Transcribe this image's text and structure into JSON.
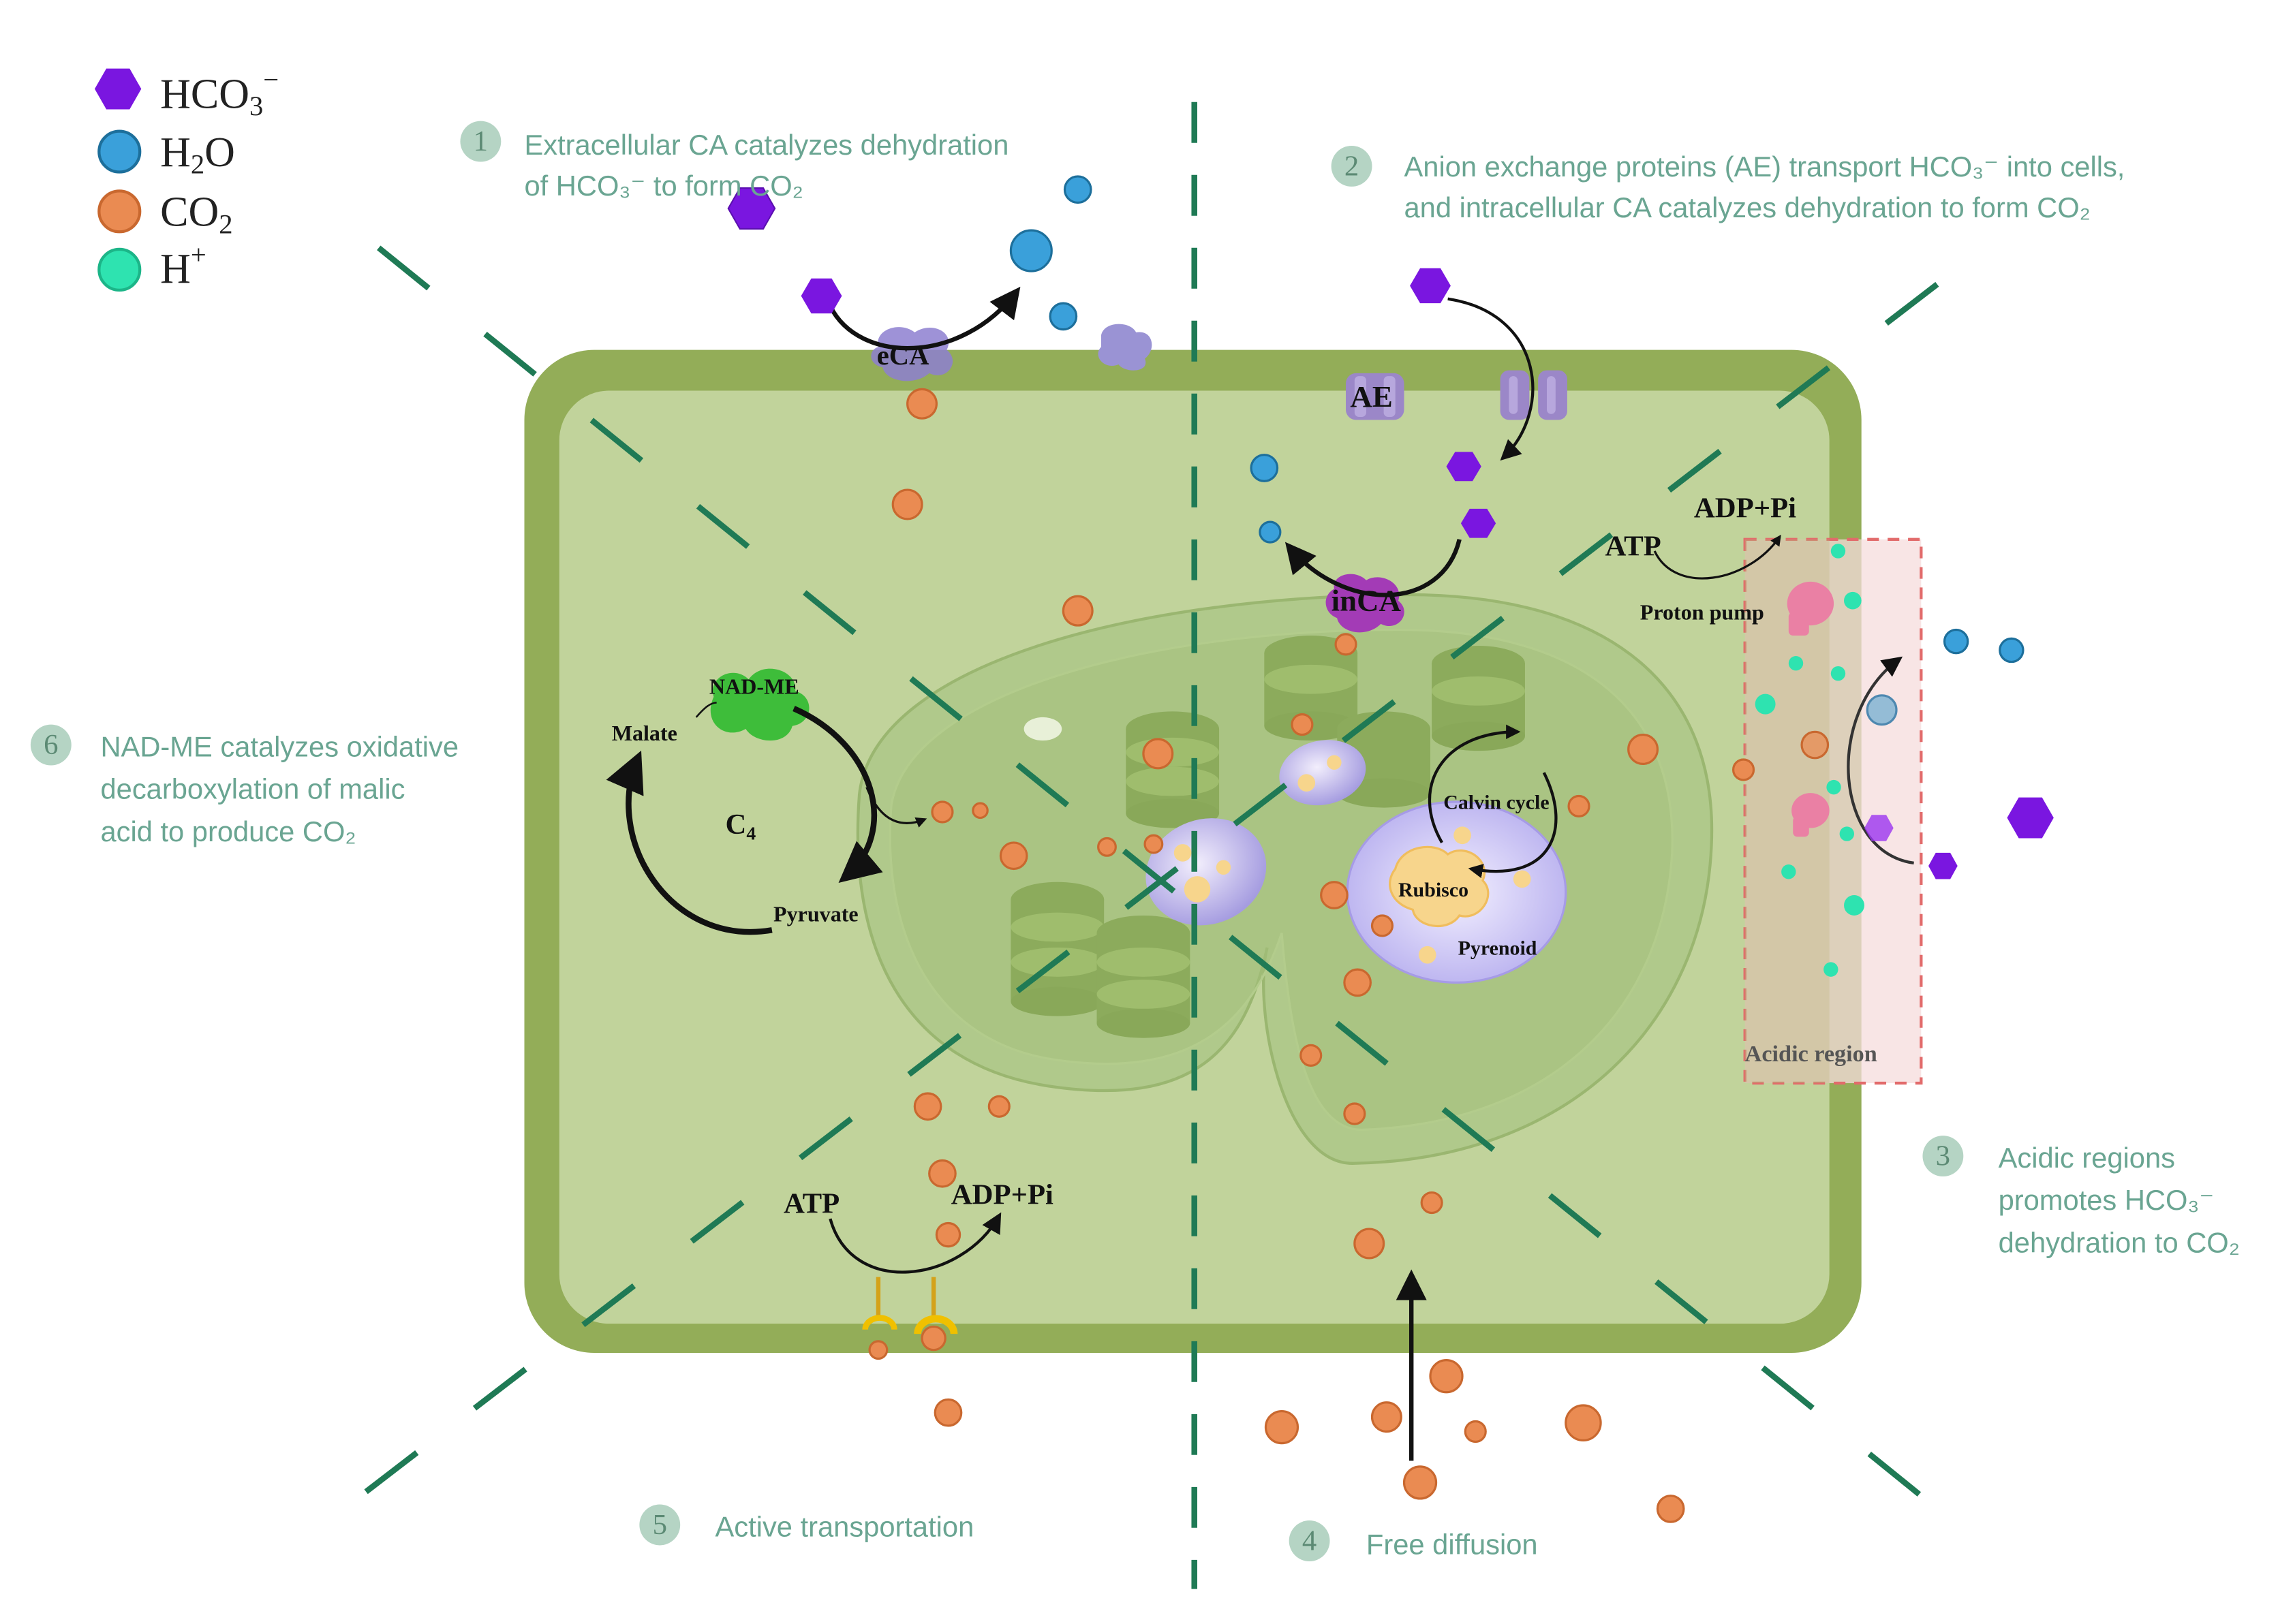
{
  "legend": {
    "items": [
      {
        "key": "hco3",
        "text": "HCO",
        "sub": "3",
        "sup": "−",
        "color": "#7a16e0"
      },
      {
        "key": "h2o",
        "text": "H",
        "sub": "2",
        "after": "O",
        "color": "#3aa0da"
      },
      {
        "key": "co2",
        "text": "CO",
        "sub": "2",
        "color": "#ea8b52"
      },
      {
        "key": "h",
        "text": "H",
        "sup": "+",
        "color": "#2ee3b0"
      }
    ]
  },
  "steps": {
    "s1": {
      "num": "1",
      "lines": [
        "Extracellular CA catalyzes dehydration",
        "of HCO₃⁻ to form CO₂"
      ]
    },
    "s2": {
      "num": "2",
      "lines": [
        "Anion exchange proteins (AE) transport HCO₃⁻ into cells,",
        "and intracellular CA catalyzes dehydration to form CO₂"
      ]
    },
    "s3": {
      "num": "3",
      "lines": [
        "Acidic regions",
        "promotes HCO₃⁻",
        "dehydration to CO₂"
      ]
    },
    "s4": {
      "num": "4",
      "lines": [
        "Free diffusion"
      ]
    },
    "s5": {
      "num": "5",
      "lines": [
        "Active transportation"
      ]
    },
    "s6": {
      "num": "6",
      "lines": [
        "NAD-ME catalyzes oxidative",
        "decarboxylation of malic",
        "acid to produce CO₂"
      ]
    }
  },
  "labels": {
    "eca": "eCA",
    "ae": "AE",
    "inca": "inCA",
    "atp_top": "ATP",
    "adp_top": "ADP+Pi",
    "proton_pump": "Proton pump",
    "acidic_region": "Acidic region",
    "nadme": "NAD-ME",
    "malate": "Malate",
    "c4": "C",
    "c4_sub": "4",
    "pyruvate": "Pyruvate",
    "calvin": "Calvin cycle",
    "rubisco": "Rubisco",
    "pyrenoid": "Pyrenoid",
    "atp_bottom": "ATP",
    "adp_bottom": "ADP+Pi"
  },
  "colors": {
    "cell_wall": "#93ad58",
    "cytoplasm": "#c1d39b",
    "chloroplast": "#a9c585",
    "thylakoid": "#8cab5c",
    "hco3": "#7a16e0",
    "h2o": "#3aa0da",
    "co2": "#ea8b52",
    "h_ion": "#2ee3b0",
    "step_text": "#6aa592",
    "dash": "#1f7a55",
    "acidic_fill": "#f6dcdc",
    "acidic_border": "#e26b6b"
  }
}
